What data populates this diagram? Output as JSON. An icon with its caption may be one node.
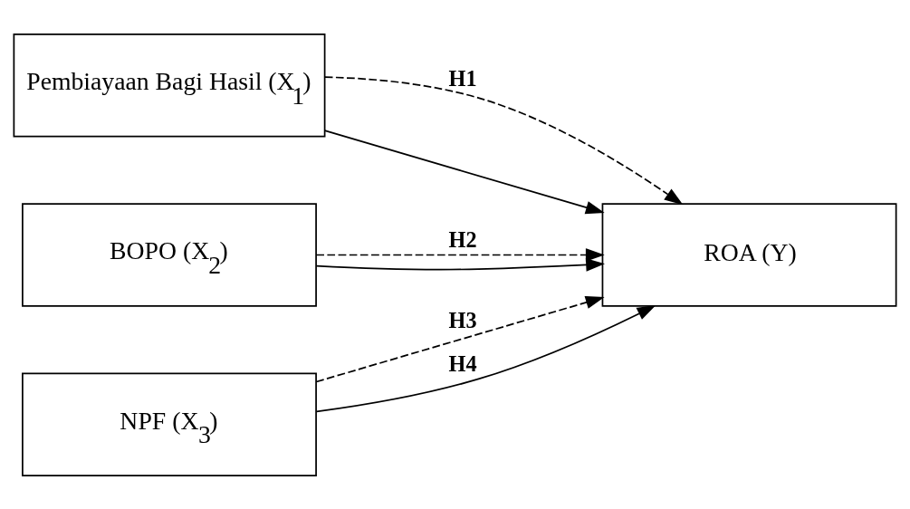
{
  "diagram": {
    "nodes": [
      {
        "text": [
          "Pembiayaan Bagi Hasil (X$_{1}$)"
        ]
      },
      {
        "text": [
          "BOPO (X$_{2}$)"
        ]
      },
      {
        "text": [
          "NPF (X$_{3}$)"
        ]
      },
      {
        "text": [
          "ROA (Y)"
        ]
      }
    ],
    "edges": [
      {
        "from": 0,
        "to": 3,
        "arrow": "to",
        "style": "dashed",
        "label": "H1"
      },
      {
        "from": 1,
        "to": 3,
        "arrow": "to",
        "style": "dashed",
        "label": "H2"
      },
      {
        "from": 2,
        "to": 3,
        "arrow": "to",
        "style": "dashed",
        "label": "H3"
      },
      {
        "from": 0,
        "to": 3,
        "arrow": "to"
      },
      {
        "from": 1,
        "to": 3,
        "arrow": "to"
      },
      {
        "from": 2,
        "to": 3,
        "arrow": "to",
        "label": "H4"
      }
    ]
  }
}
